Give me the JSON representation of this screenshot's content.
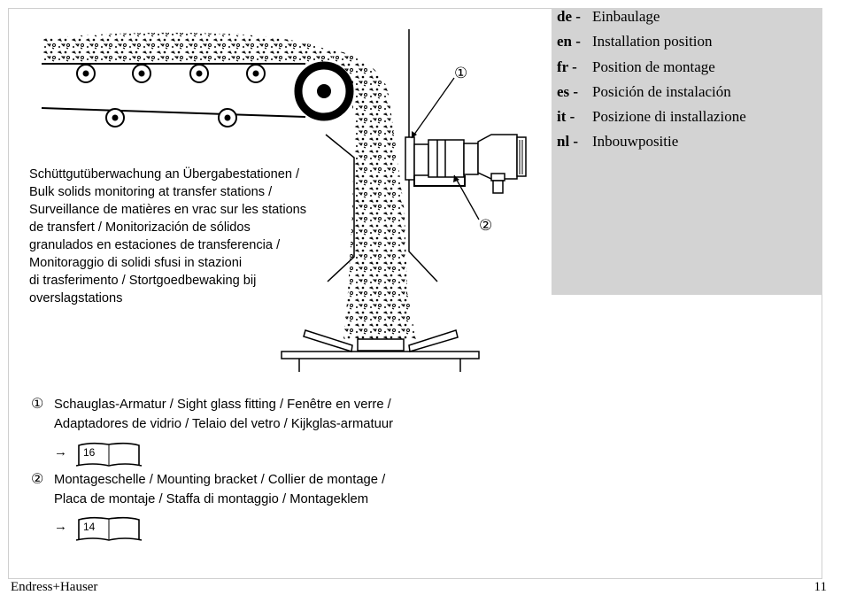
{
  "languages": [
    {
      "code": "de -",
      "label": "Einbaulage"
    },
    {
      "code": "en -",
      "label": "Installation position"
    },
    {
      "code": "fr -",
      "label": "Position de montage"
    },
    {
      "code": "es -",
      "label": "Posición de instalación"
    },
    {
      "code": "it -",
      "label": "Posizione di installazione"
    },
    {
      "code": "nl -",
      "label": "Inbouwpositie"
    }
  ],
  "caption": [
    "Schüttgutüberwachung an Übergabestationen /",
    "Bulk solids monitoring at transfer stations /",
    "Surveillance de matières en vrac sur les stations",
    "de transfert / Monitorización de sólidos",
    "granulados en estaciones de transferencia /",
    "Monitoraggio di solidi sfusi in stazioni",
    "di trasferimento / Stortgoedbewaking bij",
    "overslagstations"
  ],
  "callout_marks": [
    "①",
    "②"
  ],
  "references": [
    {
      "marker": "①",
      "lines": [
        "Schauglas-Armatur / Sight glass fitting / Fenêtre en verre /",
        "Adaptadores de vidrio / Telaio del vetro / Kijkglas-armatuur"
      ],
      "arrow": "→",
      "page": "16"
    },
    {
      "marker": "②",
      "lines": [
        "Montageschelle / Mounting bracket / Collier de montage /",
        "Placa de montaje / Staffa di montaggio / Montageklem"
      ],
      "arrow": "→",
      "page": "14"
    }
  ],
  "footer": {
    "brand": "Endress+Hauser",
    "page_number": "11"
  }
}
